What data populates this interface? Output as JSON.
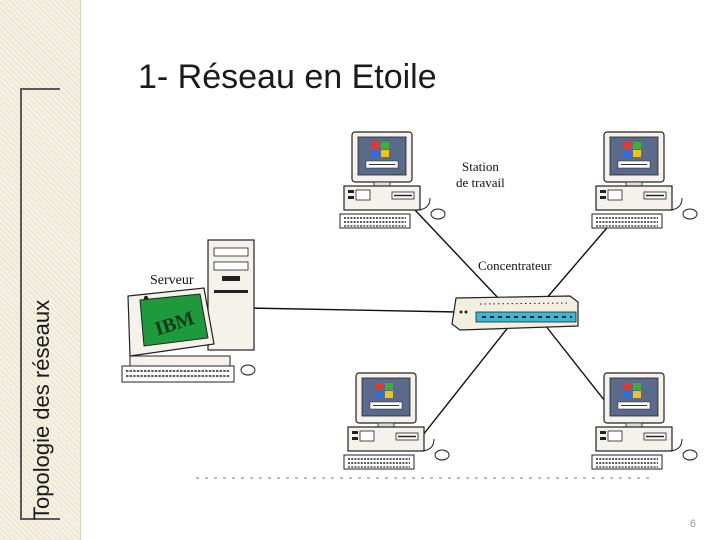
{
  "slide": {
    "title": "1- Réseau en Etoile",
    "side_title": "Topologie des réseaux",
    "page_number": "6"
  },
  "diagram": {
    "labels": {
      "server": "Serveur",
      "workstation_line1": "Station",
      "workstation_line2": "de travail",
      "hub": "Concentrateur",
      "server_brand": "IBM",
      "screen_brand": "Windows"
    },
    "colors": {
      "cable": "#111111",
      "ibm_screen": "#1e9a3c",
      "win_screen": "#5a6a8a",
      "hub_body": "#f3efe0",
      "hub_strip": "#3bb7d6"
    },
    "icons": [
      "windows-logo-icon",
      "ibm-logo-icon",
      "mouse-icon",
      "keyboard-icon"
    ]
  }
}
